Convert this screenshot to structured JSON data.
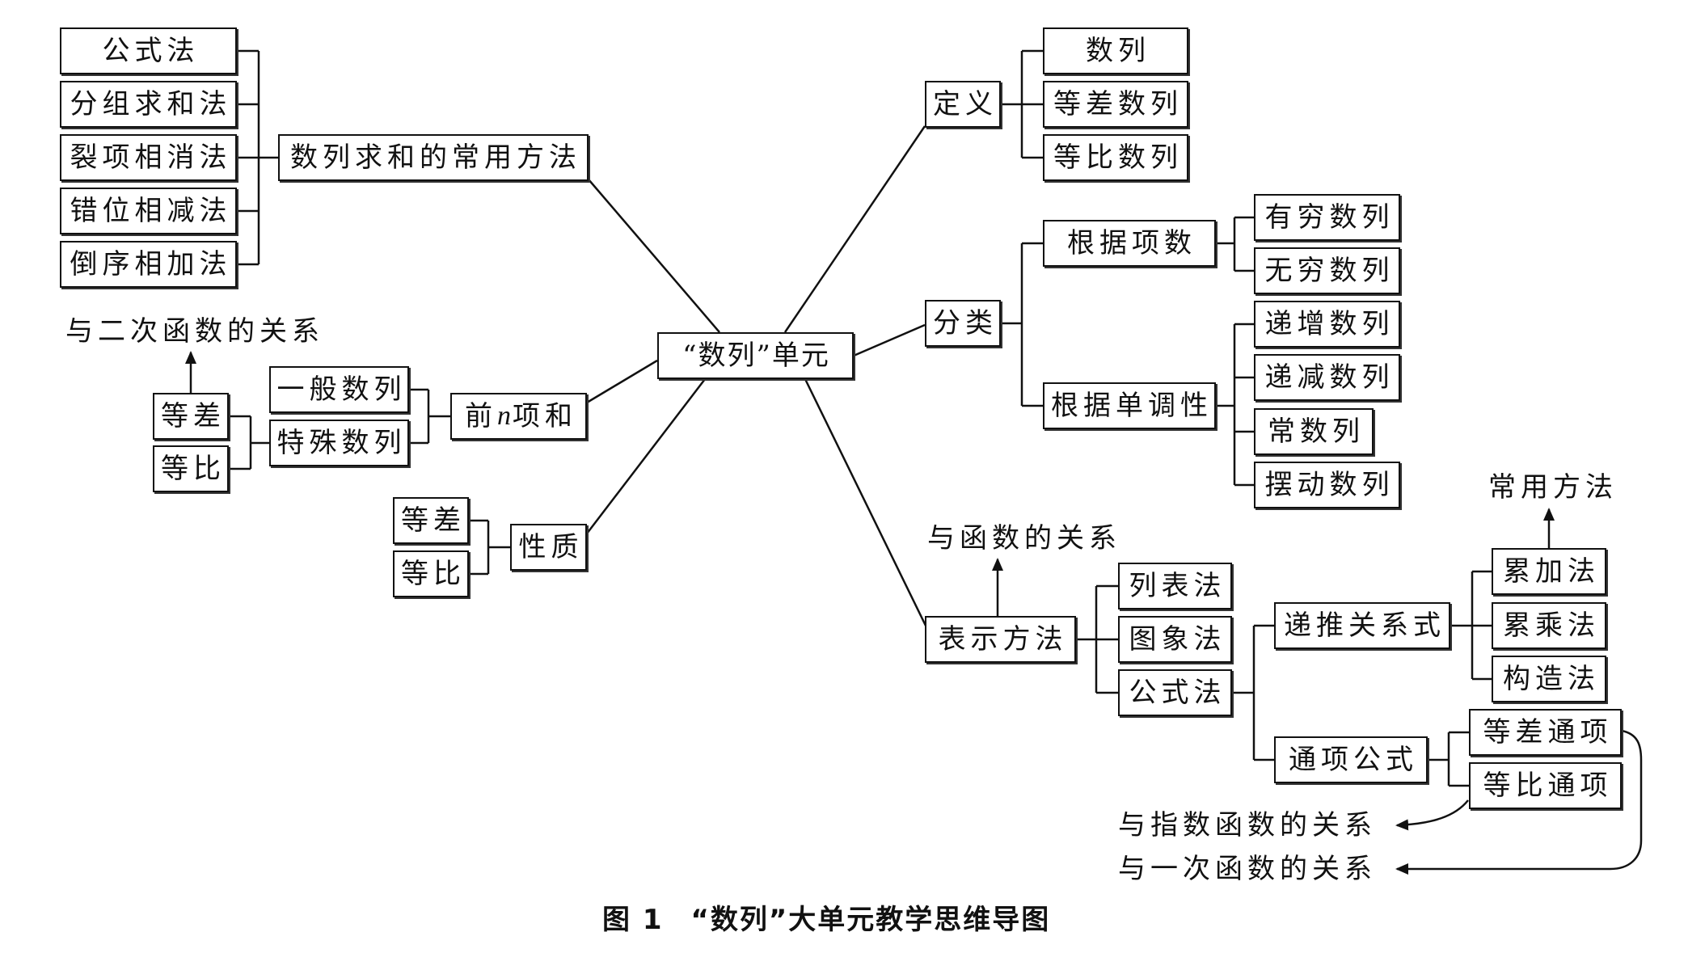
{
  "center": "“数列”单元",
  "branches": {
    "summation": {
      "label": "数列求和的常用方法",
      "methods": [
        "公式法",
        "分组求和法",
        "裂项相消法",
        "错位相减法",
        "倒序相加法"
      ]
    },
    "partial_sum": {
      "label_parts": {
        "pre": "前",
        "var": "n",
        "post": "项和"
      },
      "types": [
        "一般数列",
        "特殊数列"
      ],
      "special": [
        "等差",
        "等比"
      ],
      "relation": "与二次函数的关系"
    },
    "properties": {
      "label": "性质",
      "items": [
        "等差",
        "等比"
      ]
    },
    "definition": {
      "label": "定义",
      "items": [
        "数列",
        "等差数列",
        "等比数列"
      ]
    },
    "classification": {
      "label": "分类",
      "by_terms": {
        "label": "根据项数",
        "items": [
          "有穷数列",
          "无穷数列"
        ]
      },
      "by_monotonicity": {
        "label": "根据单调性",
        "items": [
          "递增数列",
          "递减数列",
          "常数列",
          "摆动数列"
        ]
      }
    },
    "representation": {
      "label": "表示方法",
      "relation": "与函数的关系",
      "methods": [
        "列表法",
        "图象法",
        "公式法"
      ],
      "recursive": {
        "label": "递推关系式",
        "methods": [
          "累加法",
          "累乘法",
          "构造法"
        ],
        "note": "常用方法"
      },
      "general_term": {
        "label": "通项公式",
        "items": [
          "等差通项",
          "等比通项"
        ]
      },
      "relations": {
        "exponential": "与指数函数的关系",
        "linear": "与一次函数的关系"
      }
    }
  },
  "caption": {
    "figure": "图 1",
    "title": "“数列”大单元教学思维导图"
  }
}
